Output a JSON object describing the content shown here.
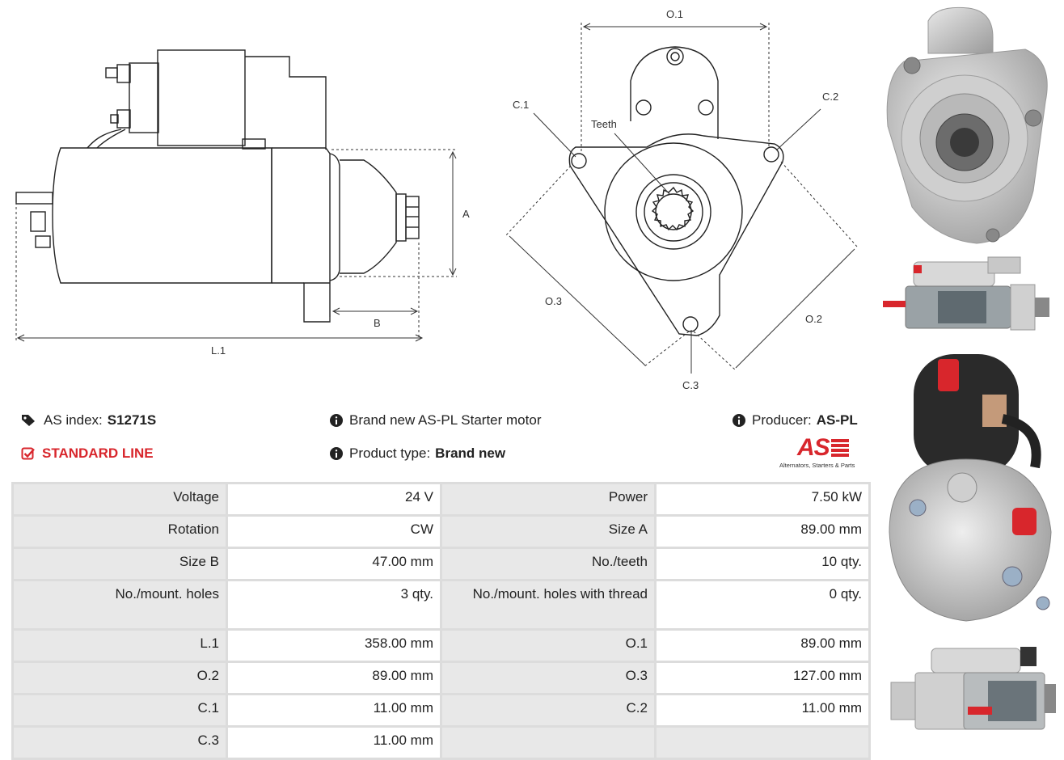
{
  "drawing_labels": {
    "o1": "O.1",
    "o2": "O.2",
    "o3": "O.3",
    "c1": "C.1",
    "c2": "C.2",
    "c3": "C.3",
    "teeth": "Teeth",
    "a": "A",
    "b": "B",
    "l1": "L.1"
  },
  "info": {
    "as_index_label": "AS index:",
    "as_index_value": "S1271S",
    "line": "STANDARD LINE",
    "description": "Brand new AS-PL Starter motor",
    "product_type_label": "Product type:",
    "product_type_value": "Brand new",
    "producer_label": "Producer:",
    "producer_value": "AS-PL",
    "logo_text": "AS",
    "logo_tagline": "Alternators, Starters & Parts"
  },
  "specs": [
    [
      "Voltage",
      "24 V",
      "Power",
      "7.50 kW"
    ],
    [
      "Rotation",
      "CW",
      "Size A",
      "89.00 mm"
    ],
    [
      "Size B",
      "47.00 mm",
      "No./teeth",
      "10 qty."
    ],
    [
      "No./mount. holes",
      "3 qty.",
      "No./mount. holes with thread",
      "0 qty."
    ],
    [
      "L.1",
      "358.00 mm",
      "O.1",
      "89.00 mm"
    ],
    [
      "O.2",
      "89.00 mm",
      "O.3",
      "127.00 mm"
    ],
    [
      "C.1",
      "11.00 mm",
      "C.2",
      "11.00 mm"
    ],
    [
      "C.3",
      "11.00 mm",
      "",
      ""
    ]
  ],
  "colors": {
    "accent_red": "#d8262c",
    "table_key_bg": "#e8e8e8",
    "table_border": "#dcdcdc"
  }
}
